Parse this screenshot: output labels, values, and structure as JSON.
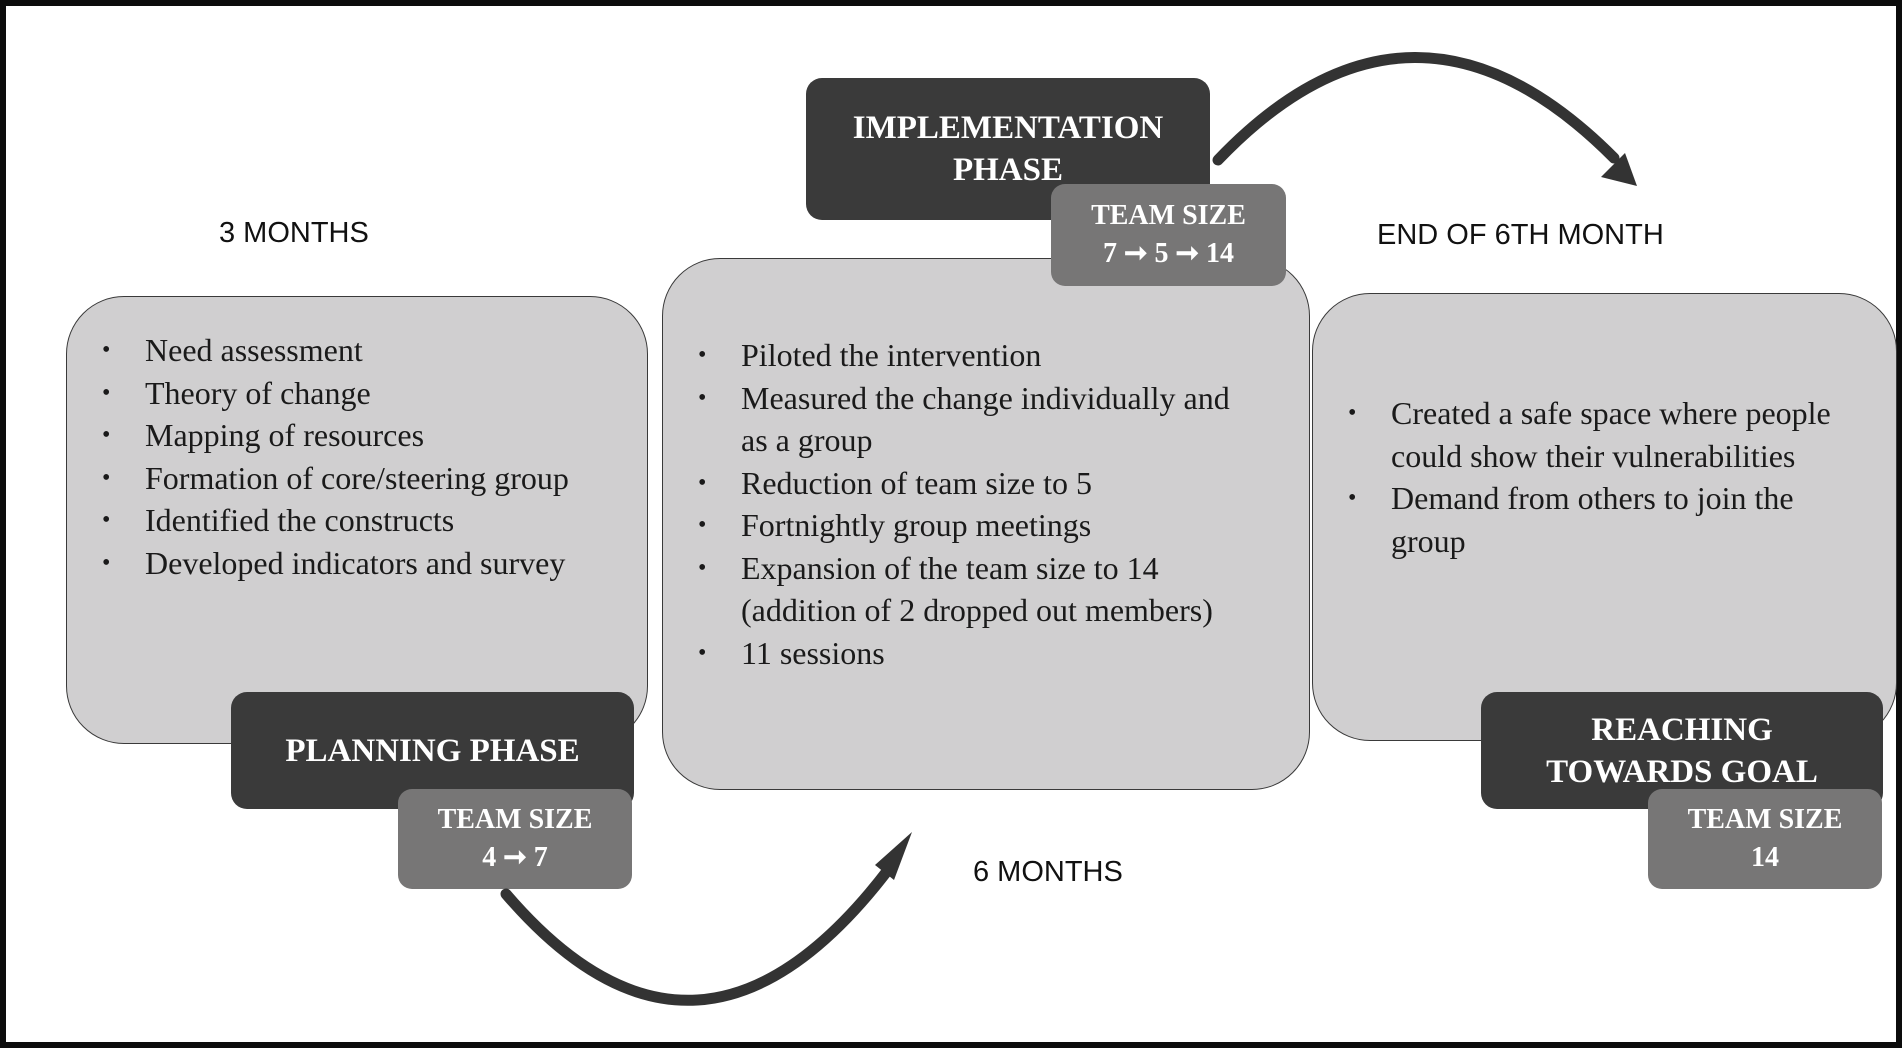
{
  "colors": {
    "card_fill": "#d0cfd0",
    "phase_fill": "#3a3a3a",
    "team_fill": "#777676",
    "arrow": "#333333"
  },
  "durations": {
    "planning": "3 MONTHS",
    "implementation": "6 MONTHS",
    "goal": "END OF 6TH MONTH"
  },
  "planning": {
    "title": "PLANNING PHASE",
    "team_label": "TEAM SIZE",
    "team_value": "4 ➞ 7",
    "items": [
      "Need assessment",
      "Theory of change",
      "Mapping of resources",
      "Formation of core/steering group",
      "Identified the constructs",
      "Developed indicators and survey"
    ]
  },
  "implementation": {
    "title_line1": "IMPLEMENTATION",
    "title_line2": "PHASE",
    "team_label": "TEAM SIZE",
    "team_value": "7 ➞ 5 ➞ 14",
    "items": [
      "Piloted the intervention",
      "Measured the change individually and as a group",
      "Reduction of team size to 5",
      "Fortnightly group meetings",
      "Expansion of the team size to 14 (addition of 2 dropped out members)",
      "11 sessions"
    ]
  },
  "goal": {
    "title_line1": "REACHING",
    "title_line2": "TOWARDS GOAL",
    "team_label": "TEAM SIZE",
    "team_value": "14",
    "items": [
      "Created a safe space where people could show their vulnerabilities",
      "Demand from others to join the group"
    ]
  }
}
